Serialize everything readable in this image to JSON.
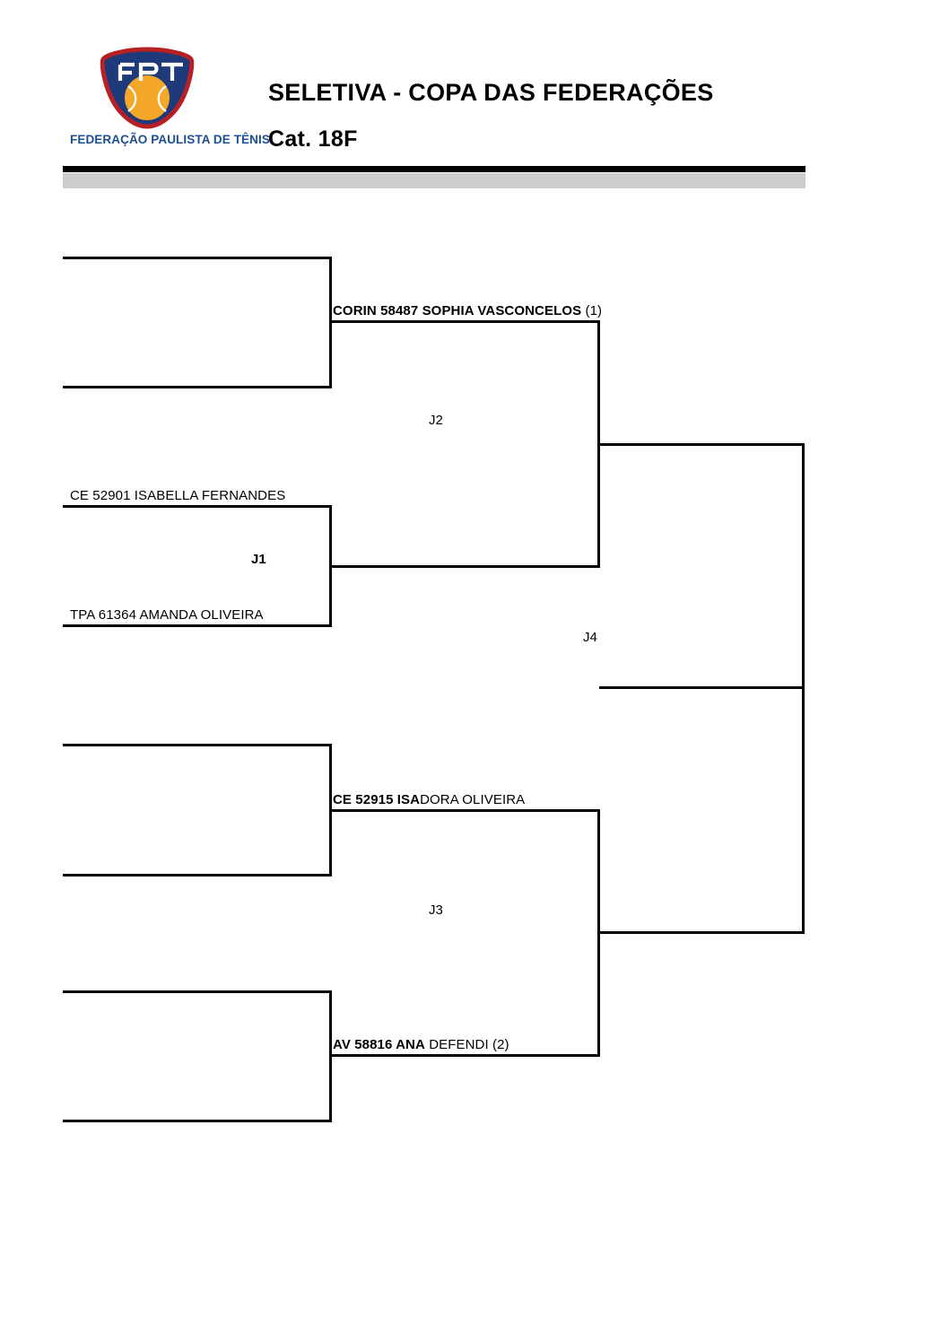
{
  "header": {
    "logo": {
      "mark_text": "FPT",
      "caption": "FEDERAÇÃO PAULISTA DE TÊNIS",
      "shield_color": "#1f3a7a",
      "outline_color": "#b72025",
      "ball_color": "#f5a72a",
      "caption_color": "#1c4f92"
    },
    "title": "SELETIVA - COPA DAS FEDERAÇÕES",
    "category": "Cat. 18F",
    "rule_color": "#000000",
    "band_color": "#cccccc"
  },
  "bracket": {
    "type": "single-elimination",
    "rounds": 3,
    "slots": [
      {
        "id": "r1-m1-p1",
        "label": ""
      },
      {
        "id": "r1-m1-p2",
        "label": ""
      },
      {
        "id": "r1-m2-p1",
        "label": "CE 52901 ISABELLA FERNANDES"
      },
      {
        "id": "r1-m2-p2",
        "label": "TPA 61364 AMANDA OLIVEIRA"
      },
      {
        "id": "r1-m3-p1",
        "label": ""
      },
      {
        "id": "r1-m3-p2",
        "label": ""
      },
      {
        "id": "r1-m4-p1",
        "label": ""
      },
      {
        "id": "r1-m4-p2",
        "label": ""
      }
    ],
    "winners": {
      "m1": {
        "bold": "CORIN 58487 SOPHIA VASCONCELOS",
        "rest": " (1)"
      },
      "m2": {
        "bold": "",
        "rest": ""
      },
      "m3": {
        "bold": "CE 52915 ISA",
        "rest": "DORA OLIVEIRA"
      },
      "m4": {
        "bold": "AV 58816 ANA",
        "rest": " DEFENDI (2)"
      }
    },
    "match_labels": [
      {
        "id": "J1",
        "text": "J1",
        "bold": true
      },
      {
        "id": "J2",
        "text": "J2",
        "bold": false
      },
      {
        "id": "J3",
        "text": "J3",
        "bold": false
      },
      {
        "id": "J4",
        "text": "J4",
        "bold": false
      }
    ]
  }
}
